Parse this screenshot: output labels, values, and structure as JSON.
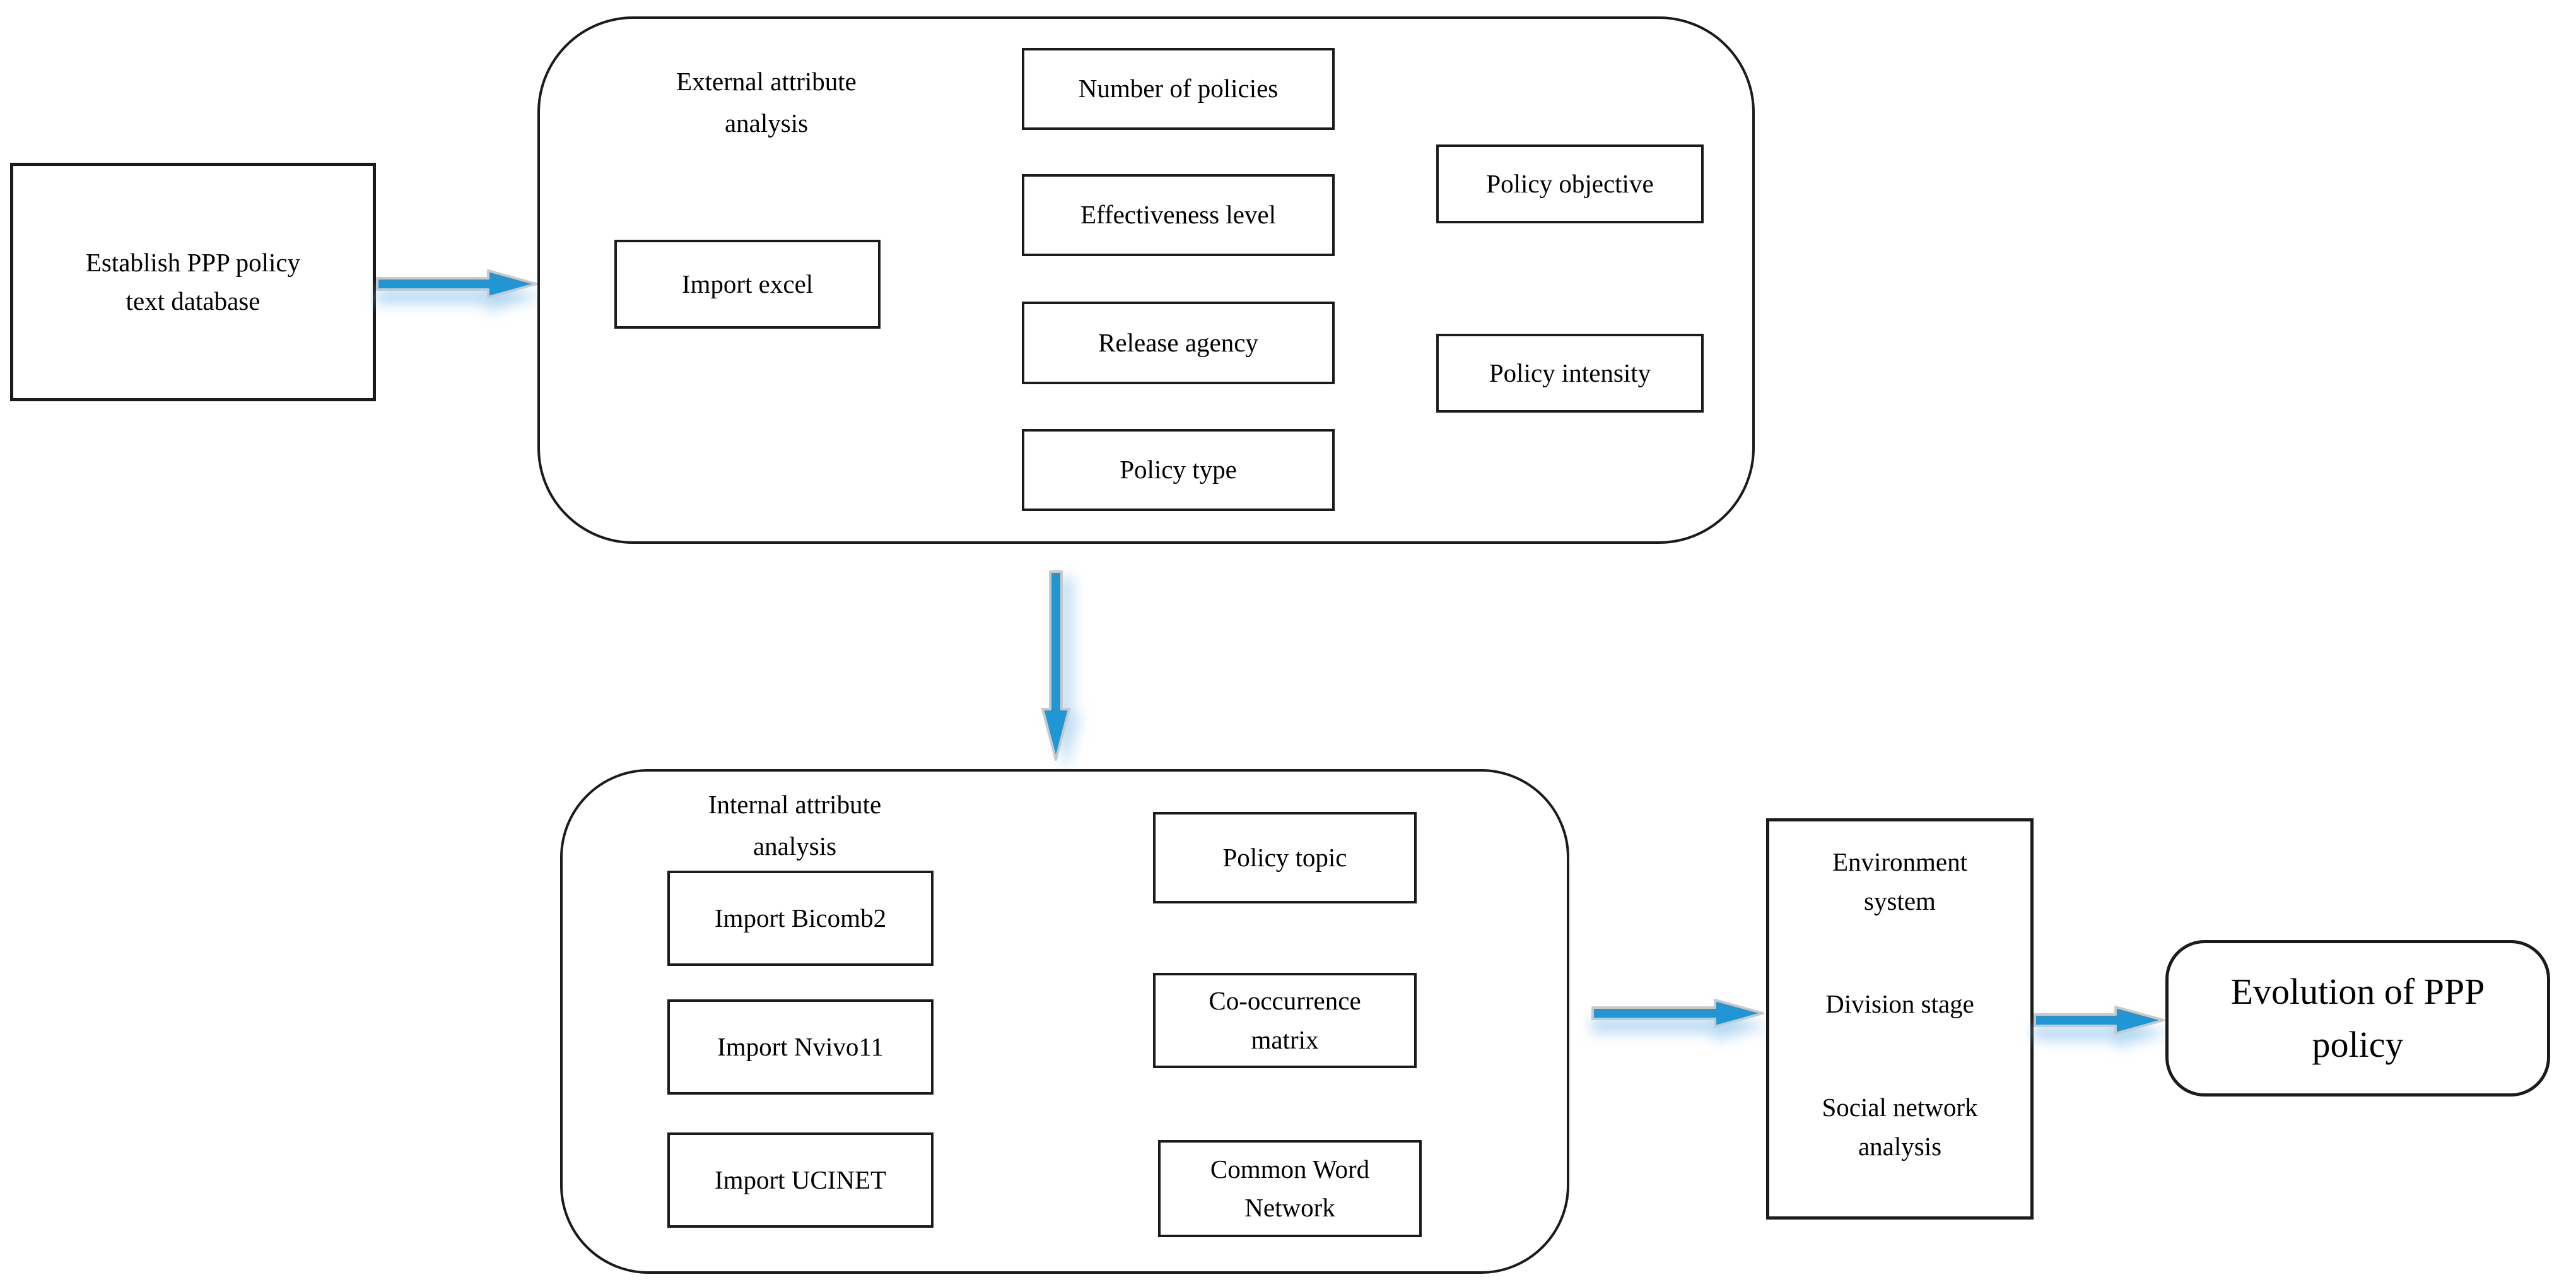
{
  "colors": {
    "background": "#ffffff",
    "text": "#000000",
    "ink": "#1b1b1b",
    "arrow_blue": "#2196d5",
    "arrow_outline": "#c7c9cb",
    "arrow_glow": "#bcdcf2"
  },
  "nodes": {
    "establish_db": "Establish  PPP policy\ntext database",
    "external_group_title": "External attribute\nanalysis",
    "import_excel": "Import excel",
    "number_of_policies": "Number of policies",
    "effectiveness_level": "Effectiveness level",
    "release_agency": "Release agency",
    "policy_type": "Policy type",
    "policy_objective": "Policy objective",
    "policy_intensity": "Policy intensity",
    "internal_group_title": "Internal attribute\nanalysis",
    "import_bicomb2": "Import Bicomb2",
    "import_nvivo11": "Import Nvivo11",
    "import_ucinet": "Import UCINET",
    "policy_topic": "Policy topic",
    "co_occurrence_matrix": "Co-occurrence\nmatrix",
    "common_word_network": "Common Word\nNetwork",
    "environment_system": "Environment\nsystem",
    "division_stage": "Division stage",
    "social_network_analysis": "Social network\nanalysis",
    "evolution_of_ppp_policy": "Evolution of PPP\npolicy"
  },
  "edges": [
    {
      "from": "establish_db",
      "to": "external_attribute_analysis_group"
    },
    {
      "from": "external_attribute_analysis_group",
      "to": "internal_attribute_analysis_group"
    },
    {
      "from": "internal_attribute_analysis_group",
      "to": "environment_system_box"
    },
    {
      "from": "environment_system_box",
      "to": "evolution_of_ppp_policy"
    }
  ]
}
